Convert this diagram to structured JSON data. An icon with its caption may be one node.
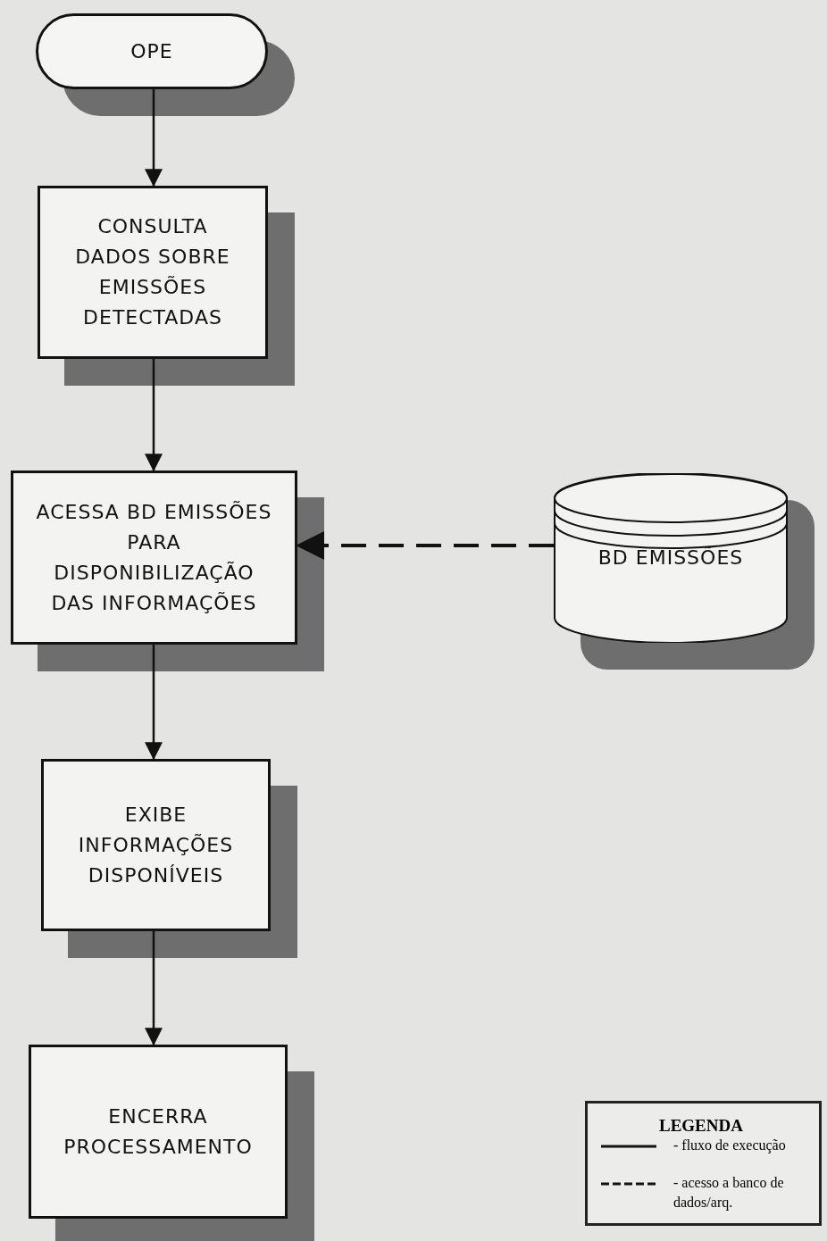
{
  "diagram": {
    "nodes": [
      {
        "text": [
          "OPE"
        ]
      },
      {
        "text": [
          "CONSULTA DADOS SOBRE EMISSÕES DETECTADAS"
        ]
      },
      {
        "text": [
          "ACESSA BD EMISSÕES PARA DISPONIBILIZAÇÃO DAS INFORMAÇÕES"
        ]
      },
      {
        "text": [
          "EXIBE INFORMAÇÕES DISPONÍVEIS"
        ]
      },
      {
        "text": [
          "ENCERRA PROCESSAMENTO"
        ]
      },
      {
        "text": [
          "BD EMISSÕES"
        ]
      }
    ],
    "edges": [
      {
        "from": 0,
        "to": 1,
        "arrow": "to"
      },
      {
        "from": 1,
        "to": 2,
        "arrow": "to"
      },
      {
        "from": 2,
        "to": 3,
        "arrow": "to"
      },
      {
        "from": 3,
        "to": 4,
        "arrow": "to"
      },
      {
        "from": 5,
        "to": 2,
        "arrow": "to",
        "style": "dashed"
      }
    ],
    "labels": [
      "LEGENDA"
    ],
    "legend": [
      {
        "text": "- fluxo de execução"
      },
      {
        "text": "- acesso a banco de dados/arq."
      }
    ]
  }
}
